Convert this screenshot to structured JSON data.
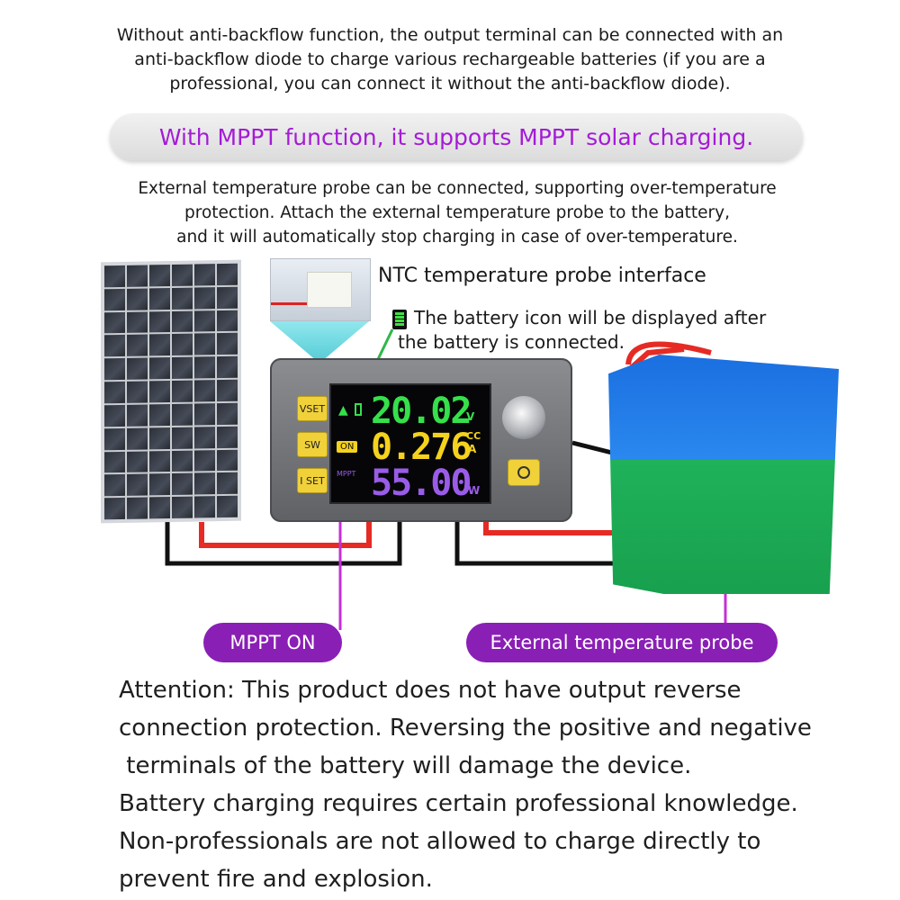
{
  "intro": {
    "lines": [
      "Without anti-backflow function, the output terminal can be connected with an",
      "anti-backflow diode to charge various rechargeable batteries (if you are a",
      "professional, you can connect it without the anti-backflow diode)."
    ]
  },
  "mppt_banner": "With MPPT function, it supports MPPT solar charging.",
  "probe_text": {
    "lines": [
      "External temperature probe can be connected, supporting over-temperature",
      "protection. Attach the external temperature probe to the battery,",
      "and it will automatically stop charging in case of over-temperature."
    ]
  },
  "ntc_label": "NTC temperature probe interface",
  "battery_note": {
    "line1": "The battery icon will be displayed after",
    "line2": "the battery is connected."
  },
  "device": {
    "buttons": {
      "vset": "VSET",
      "sw": "SW",
      "iset": "I SET",
      "on": "ON",
      "mppt": "MPPT"
    },
    "readings": {
      "voltage": "20.02",
      "voltage_unit": "V",
      "current": "0.276",
      "current_unit": "A",
      "mode": "CC",
      "power": "55.00",
      "power_unit": "W"
    }
  },
  "callouts": {
    "mppt_on": "MPPT ON",
    "external_probe": "External temperature probe"
  },
  "attention": {
    "lines": [
      "Attention: This product does not have output reverse",
      "connection protection. Reversing the positive and negative",
      " terminals of the battery will damage the device.",
      "Battery charging requires certain professional knowledge.",
      "Non-professionals are not allowed to charge directly to",
      "prevent fire and explosion."
    ]
  },
  "colors": {
    "accent_purple": "#a41bd6",
    "pill_purple": "#8a1fb5",
    "button_yellow": "#f0d13a",
    "screen_green": "#35e04a",
    "screen_yellow": "#f5d21c",
    "screen_purple": "#9a5ce8",
    "wire_red": "#e52b24",
    "callout_green": "#2fb84a",
    "callout_magenta": "#c42fd6"
  }
}
